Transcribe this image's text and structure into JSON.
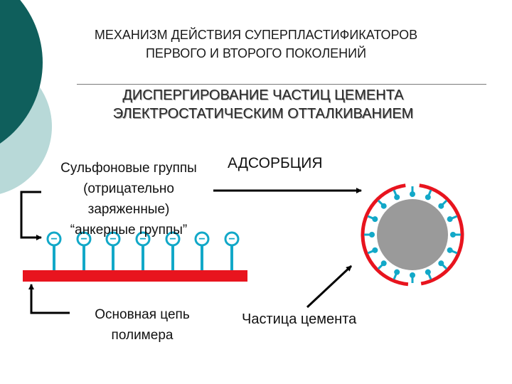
{
  "slide": {
    "title_line1": "МЕХАНИЗМ ДЕЙСТВИЯ СУПЕРПЛАСТИФИКАТОРОВ",
    "title_line2": "ПЕРВОГО И ВТОРОГО ПОКОЛЕНИЙ",
    "subtitle_line1": "ДИСПЕРГИРОВАНИЕ ЧАСТИЦ ЦЕМЕНТА",
    "subtitle_line2": "ЭЛЕКТРОСТАТИЧЕСКИМ ОТТАЛКИВАНИЕМ"
  },
  "labels": {
    "groups_line1": "Сульфоновые группы",
    "groups_line2": "(отрицательно",
    "groups_line3": "заряженные)",
    "groups_line4": "“анкерные группы”",
    "adsorption": "АДСОРБЦИЯ",
    "chain_line1": "Основная цепь",
    "chain_line2": "полимера",
    "particle": "Частица цемента"
  },
  "symbols": {
    "negative_charge": "−"
  },
  "colors": {
    "deco_dark": "#0f5f5c",
    "deco_light": "#b8d9d8",
    "polymer_chain": "#e8141e",
    "anchor_group": "#12a8c8",
    "cement_particle": "#9a9a9a",
    "arrow": "#000000"
  }
}
